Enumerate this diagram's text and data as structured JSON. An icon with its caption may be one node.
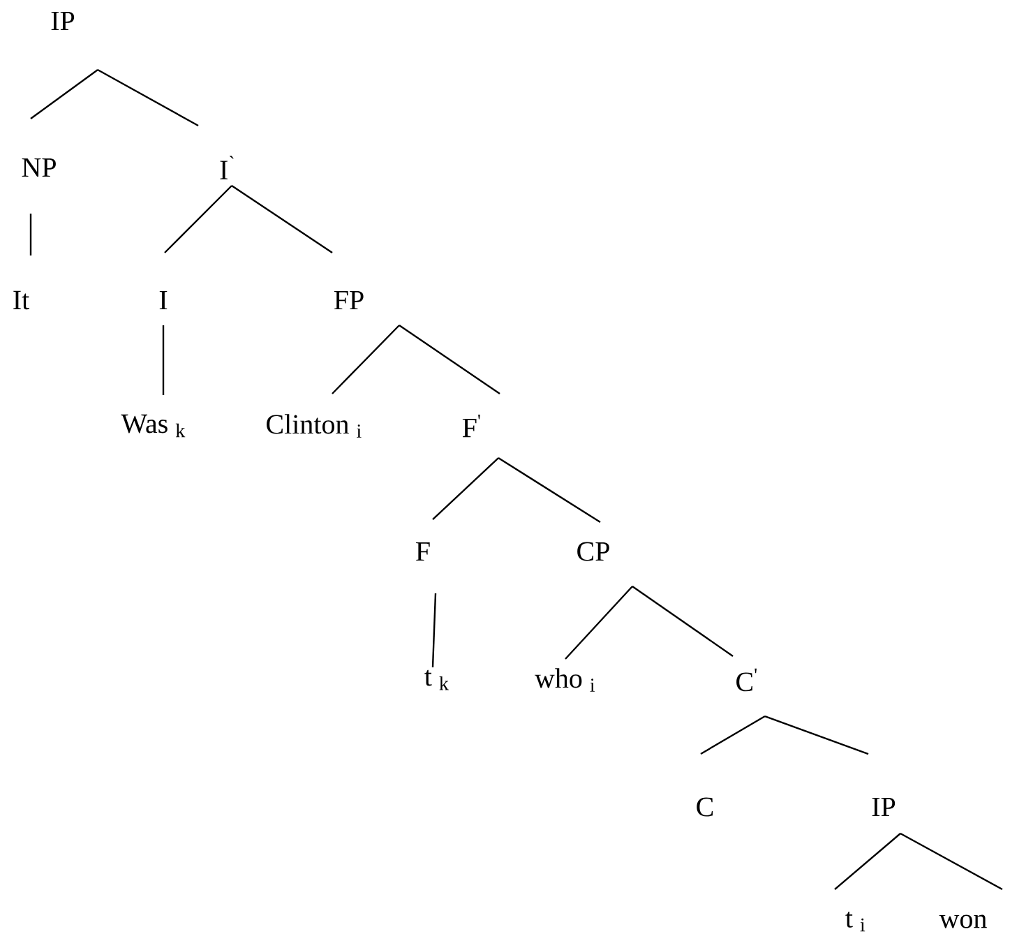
{
  "diagram": {
    "nodes": [
      {
        "text": [
          "IP"
        ]
      },
      {
        "text": [
          "NP"
        ]
      },
      {
        "text": [
          "I$^{`}$"
        ]
      },
      {
        "text": [
          "It"
        ]
      },
      {
        "text": [
          "I"
        ]
      },
      {
        "text": [
          "FP"
        ]
      },
      {
        "text": [
          "Was $_{k}$"
        ]
      },
      {
        "text": [
          "Clinton $_{i}$"
        ]
      },
      {
        "text": [
          "F$^{'}$"
        ]
      },
      {
        "text": [
          "F"
        ]
      },
      {
        "text": [
          "CP"
        ]
      },
      {
        "text": [
          "t $_{k}$"
        ]
      },
      {
        "text": [
          "who $_{i}$"
        ]
      },
      {
        "text": [
          "C$^{'}$"
        ]
      },
      {
        "text": [
          "C"
        ]
      },
      {
        "text": [
          "IP"
        ]
      },
      {
        "text": [
          "t $_{i}$"
        ]
      },
      {
        "text": [
          "won"
        ]
      }
    ],
    "edges": [
      {
        "from": 0,
        "to": 1,
        "arrow": "none"
      },
      {
        "from": 0,
        "to": 2,
        "arrow": "none"
      },
      {
        "from": 1,
        "to": 3,
        "arrow": "none"
      },
      {
        "from": 2,
        "to": 4,
        "arrow": "none"
      },
      {
        "from": 2,
        "to": 5,
        "arrow": "none"
      },
      {
        "from": 4,
        "to": 6,
        "arrow": "none"
      },
      {
        "from": 5,
        "to": 7,
        "arrow": "none"
      },
      {
        "from": 5,
        "to": 8,
        "arrow": "none"
      },
      {
        "from": 8,
        "to": 9,
        "arrow": "none"
      },
      {
        "from": 8,
        "to": 10,
        "arrow": "none"
      },
      {
        "from": 9,
        "to": 11,
        "arrow": "none"
      },
      {
        "from": 10,
        "to": 12,
        "arrow": "none"
      },
      {
        "from": 10,
        "to": 13,
        "arrow": "none"
      },
      {
        "from": 13,
        "to": 14,
        "arrow": "none"
      },
      {
        "from": 13,
        "to": 15,
        "arrow": "none"
      },
      {
        "from": 15,
        "to": 16,
        "arrow": "none"
      },
      {
        "from": 15,
        "to": 17,
        "arrow": "none"
      }
    ]
  }
}
